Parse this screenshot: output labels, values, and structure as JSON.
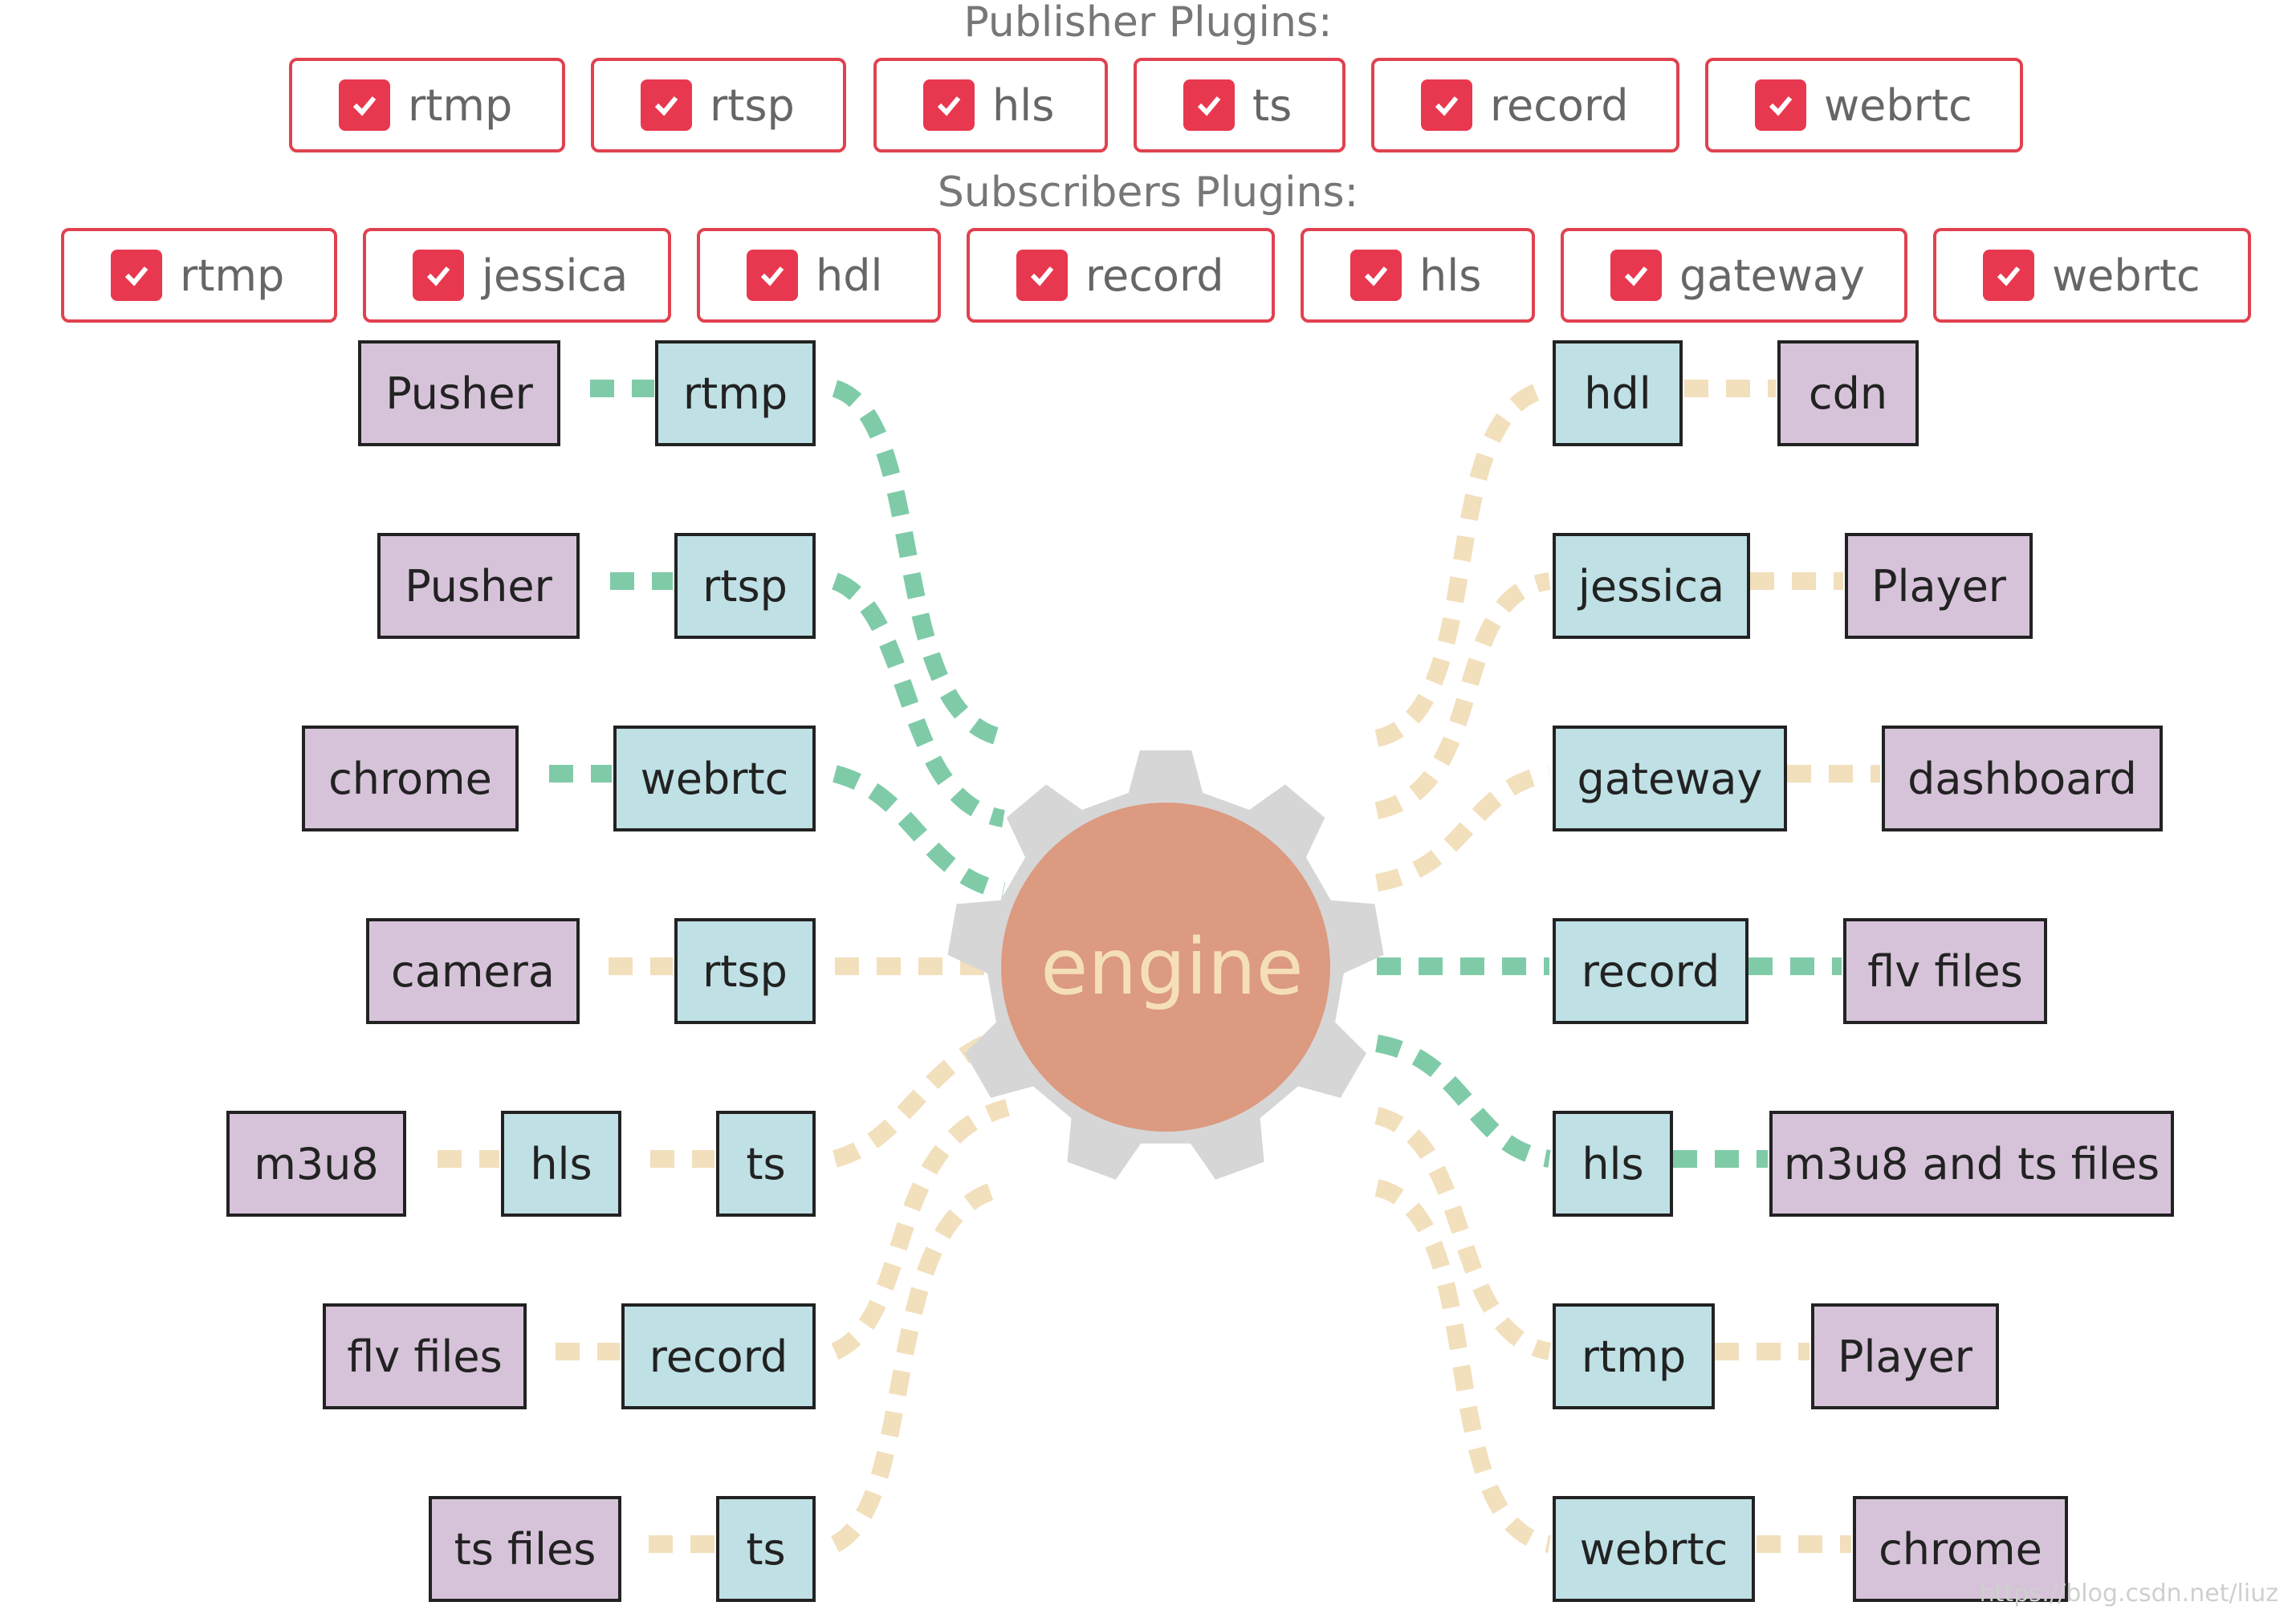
{
  "colors": {
    "plugin_border": "#e0424f",
    "checkbox": "#e8384f",
    "node_purple": "#d6c3d9",
    "node_cyan": "#bfe0e4",
    "link_active": "#7fcba8",
    "link_inactive": "#f2dfbc",
    "engine_body": "#dc9a80",
    "engine_gear": "#d6d6d6",
    "engine_text": "#f4dfb9"
  },
  "publisher": {
    "title": "Publisher Plugins:",
    "plugins": [
      {
        "label": "rtmp",
        "checked": true
      },
      {
        "label": "rtsp",
        "checked": true
      },
      {
        "label": "hls",
        "checked": true
      },
      {
        "label": "ts",
        "checked": true
      },
      {
        "label": "record",
        "checked": true
      },
      {
        "label": "webrtc",
        "checked": true
      }
    ]
  },
  "subscriber": {
    "title": "Subscribers Plugins:",
    "plugins": [
      {
        "label": "rtmp",
        "checked": true
      },
      {
        "label": "jessica",
        "checked": true
      },
      {
        "label": "hdl",
        "checked": true
      },
      {
        "label": "record",
        "checked": true
      },
      {
        "label": "hls",
        "checked": true
      },
      {
        "label": "gateway",
        "checked": true
      },
      {
        "label": "webrtc",
        "checked": true
      }
    ]
  },
  "engine": {
    "label": "engine",
    "icon": "gear-icon"
  },
  "left_nodes": {
    "pusher_1": "Pusher",
    "rtmp": "rtmp",
    "pusher_2": "Pusher",
    "rtsp_1": "rtsp",
    "chrome": "chrome",
    "webrtc": "webrtc",
    "camera": "camera",
    "rtsp_2": "rtsp",
    "m3u8": "m3u8",
    "hls": "hls",
    "ts_1": "ts",
    "flv_files": "flv files",
    "record": "record",
    "ts_files": "ts files",
    "ts_2": "ts"
  },
  "right_nodes": {
    "hdl": "hdl",
    "cdn": "cdn",
    "jessica": "jessica",
    "player_1": "Player",
    "gateway": "gateway",
    "dashboard": "dashboard",
    "record": "record",
    "flv_files": "flv files",
    "hls": "hls",
    "m3u8_ts_files": "m3u8 and ts files",
    "rtmp": "rtmp",
    "player_2": "Player",
    "webrtc": "webrtc",
    "chrome": "chrome"
  },
  "links": [
    {
      "name": "pusher-rtmp-to-engine",
      "active": true
    },
    {
      "name": "pusher-rtsp-to-engine",
      "active": true
    },
    {
      "name": "chrome-webrtc-to-engine",
      "active": true
    },
    {
      "name": "camera-rtsp-to-engine",
      "active": false
    },
    {
      "name": "m3u8-hls-ts-to-engine",
      "active": false
    },
    {
      "name": "flv-record-to-engine",
      "active": false
    },
    {
      "name": "tsfiles-ts-to-engine",
      "active": false
    },
    {
      "name": "engine-to-hdl-cdn",
      "active": false
    },
    {
      "name": "engine-to-jessica-player",
      "active": false
    },
    {
      "name": "engine-to-gateway-dashboard",
      "active": false
    },
    {
      "name": "engine-to-record-flv",
      "active": true
    },
    {
      "name": "engine-to-hls-m3u8ts",
      "active": true
    },
    {
      "name": "engine-to-rtmp-player",
      "active": false
    },
    {
      "name": "engine-to-webrtc-chrome",
      "active": false
    }
  ],
  "watermark": "https://blog.csdn.net/liuz"
}
